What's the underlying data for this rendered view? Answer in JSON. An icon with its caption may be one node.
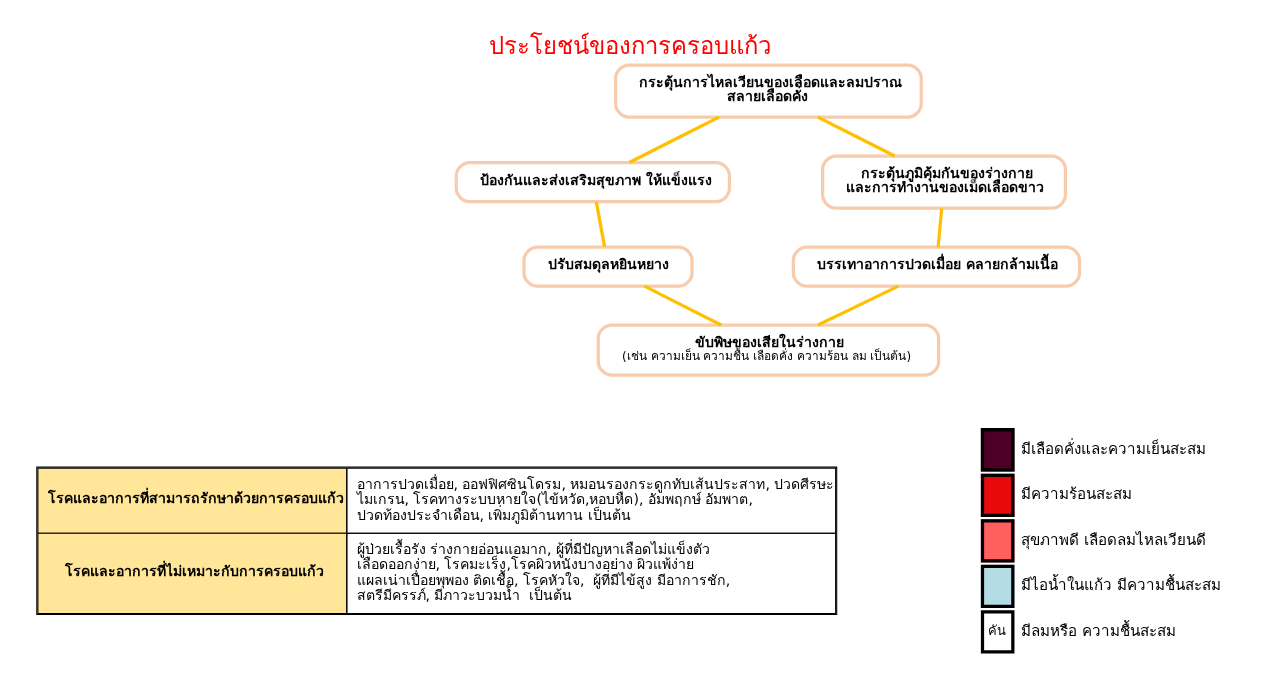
{
  "diagram": {
    "title": "ประโยชน์ของการครอบแก้ว",
    "nodes": [
      {
        "text": [
          "กระตุ้นการไหลเวียนของเลือดและลมปราณ สลายเลือดคั่ง"
        ]
      },
      {
        "text": [
          "ป้องกันและส่งเสริมสุขภาพ ให้แข็งแรง"
        ]
      },
      {
        "text": [
          "กระตุ้นภูมิคุ้มกันของร่างกาย และการทำงานของเม็ดเลือดขาว"
        ]
      },
      {
        "text": [
          "ปรับสมดุลหยินหยาง"
        ]
      },
      {
        "text": [
          "บรรเทาอาการปวดเมื่อย คลายกล้ามเนื้อ"
        ]
      },
      {
        "text": [
          "ขับพิษของเสียในร่างกาย",
          "(เช่น ความเย็น ความชื้น เลือดคั่ง ความร้อน ลม เป็นต้น)"
        ]
      }
    ],
    "edges": [
      {
        "from": 0,
        "to": 1,
        "arrow": "none"
      },
      {
        "from": 0,
        "to": 2,
        "arrow": "none"
      },
      {
        "from": 1,
        "to": 3,
        "arrow": "none"
      },
      {
        "from": 2,
        "to": 4,
        "arrow": "none"
      },
      {
        "from": 3,
        "to": 5,
        "arrow": "none"
      },
      {
        "from": 4,
        "to": 5,
        "arrow": "none"
      }
    ],
    "labels": [
      "โรคและอาการที่สามารถรักษาด้วยการครอบแก้ว",
      "อาการปวดเมื่อย, ออฟฟิศซินโดรม, หมอนรองกระดูกทับเส้นประสาท, ปวดศีรษะ ไมเกรน, โรคทางระบบหายใจ(ไข้หวัด,หอบหืด), อัมพฤกษ์ อัมพาต, ปวดท้องประจำเดือน, เพิ่มภูมิต้านทาน เป็นต้น",
      "โรคและอาการที่ไม่เหมาะกับการครอบแก้ว",
      "ผู้ป่วยเรื้อรัง ร่างกายอ่อนแอมาก, ผู้ที่มีปัญหาเลือดไม่แข็งตัว เลือดออกง่าย, โรคมะเร็ง,โรคผิวหนังบางอย่าง ผิวแพ้ง่าย แผลเน่าเปื่อยพุพอง ติดเชื้อ, โรคหัวใจ,  ผู้ที่มีไข้สูง มีอาการชัก, สตรีมีครรภ์, มีภาวะบวมน้ำ  เป็นต้น",
      "คัน"
    ],
    "legend": [
      {
        "text": "มีเลือดคั่งและความเย็นสะสม",
        "color": "#4d0026"
      },
      {
        "text": "มีความร้อนสะสม",
        "color": "#e60a0a"
      },
      {
        "text": "สุขภาพดี เลือดลมไหลเวียนดี",
        "color": "#ff5f5f"
      },
      {
        "text": "มีไอน้ำในแก้ว มีความชื้นสะสม",
        "color": "#b4dce4"
      },
      {
        "text": "มีลมหรือ ความชื้นสะสม",
        "color": "#ffffff"
      }
    ]
  }
}
